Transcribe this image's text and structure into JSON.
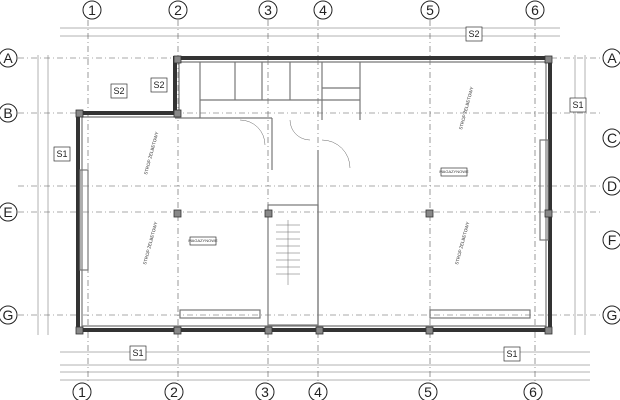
{
  "grid": {
    "columns": [
      "1",
      "2",
      "3",
      "4",
      "5",
      "6"
    ],
    "rows_left": [
      "A",
      "B",
      "E",
      "G"
    ],
    "rows_right": [
      "A",
      "C",
      "D",
      "F",
      "G"
    ]
  },
  "sections": {
    "s1": "S1",
    "s2": "S2"
  },
  "rooms": {
    "storage_label": "MAGAZYNOWE",
    "slab_label": "STROP ŻELBETOWY"
  }
}
